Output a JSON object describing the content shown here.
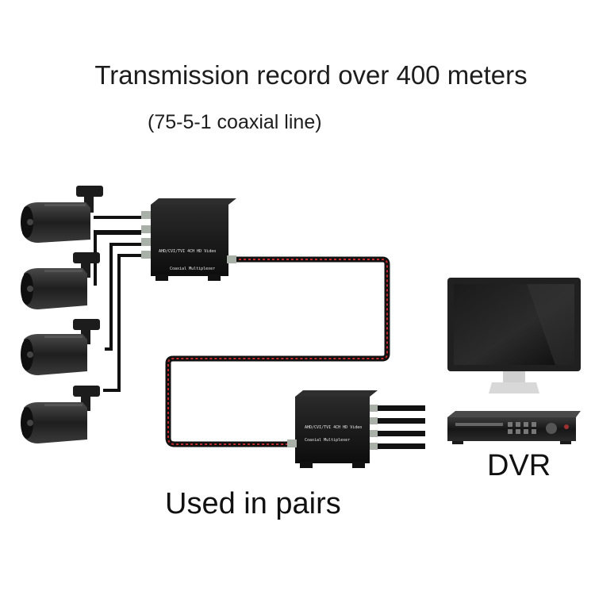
{
  "title": "Transmission record over 400 meters",
  "subtitle": "(75-5-1 coaxial line)",
  "dvr_label": "DVR",
  "pairs_label": "Used in pairs",
  "device_text": {
    "line1": "AHD/CVI/TVI 4CH HD Video",
    "line2": "Coaxial Multiplexer"
  },
  "colors": {
    "cable_red": "#c42a2a",
    "device_body": "#141414",
    "camera_body": "#2a2a2a"
  }
}
